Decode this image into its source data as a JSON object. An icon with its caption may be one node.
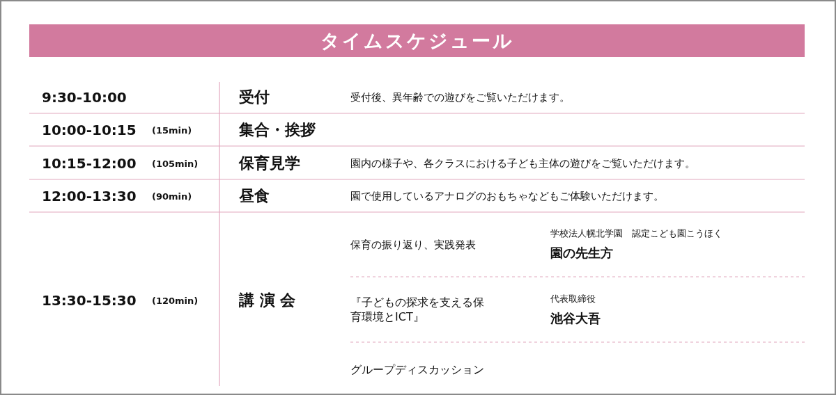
{
  "diagram": {
    "title": "タイムスケジュール",
    "labels": [
      "9:30-10:00",
      "受付",
      "受付後、異年齢での遊びをご覧いただけます。",
      "10:00-10:15",
      "(15min)",
      "集合・挨拶",
      "10:15-12:00",
      "(105min)",
      "保育見学",
      "園内の様子や、各クラスにおける子ども主体の遊びをご覧いただけます。",
      "12:00-13:30",
      "(90min)",
      "昼食",
      "園で使用しているアナログのおもちゃなどもご体験いただけます。",
      "13:30-15:30",
      "(120min)",
      "講 演 会",
      "保育の振り返り、実践発表",
      "学校法人幌北学園　認定こども園こうほく",
      "園の先生方",
      "『子どもの探求を支える保育環境とICT』",
      "代表取締役",
      "池谷大吾",
      "グループディスカッション"
    ]
  }
}
